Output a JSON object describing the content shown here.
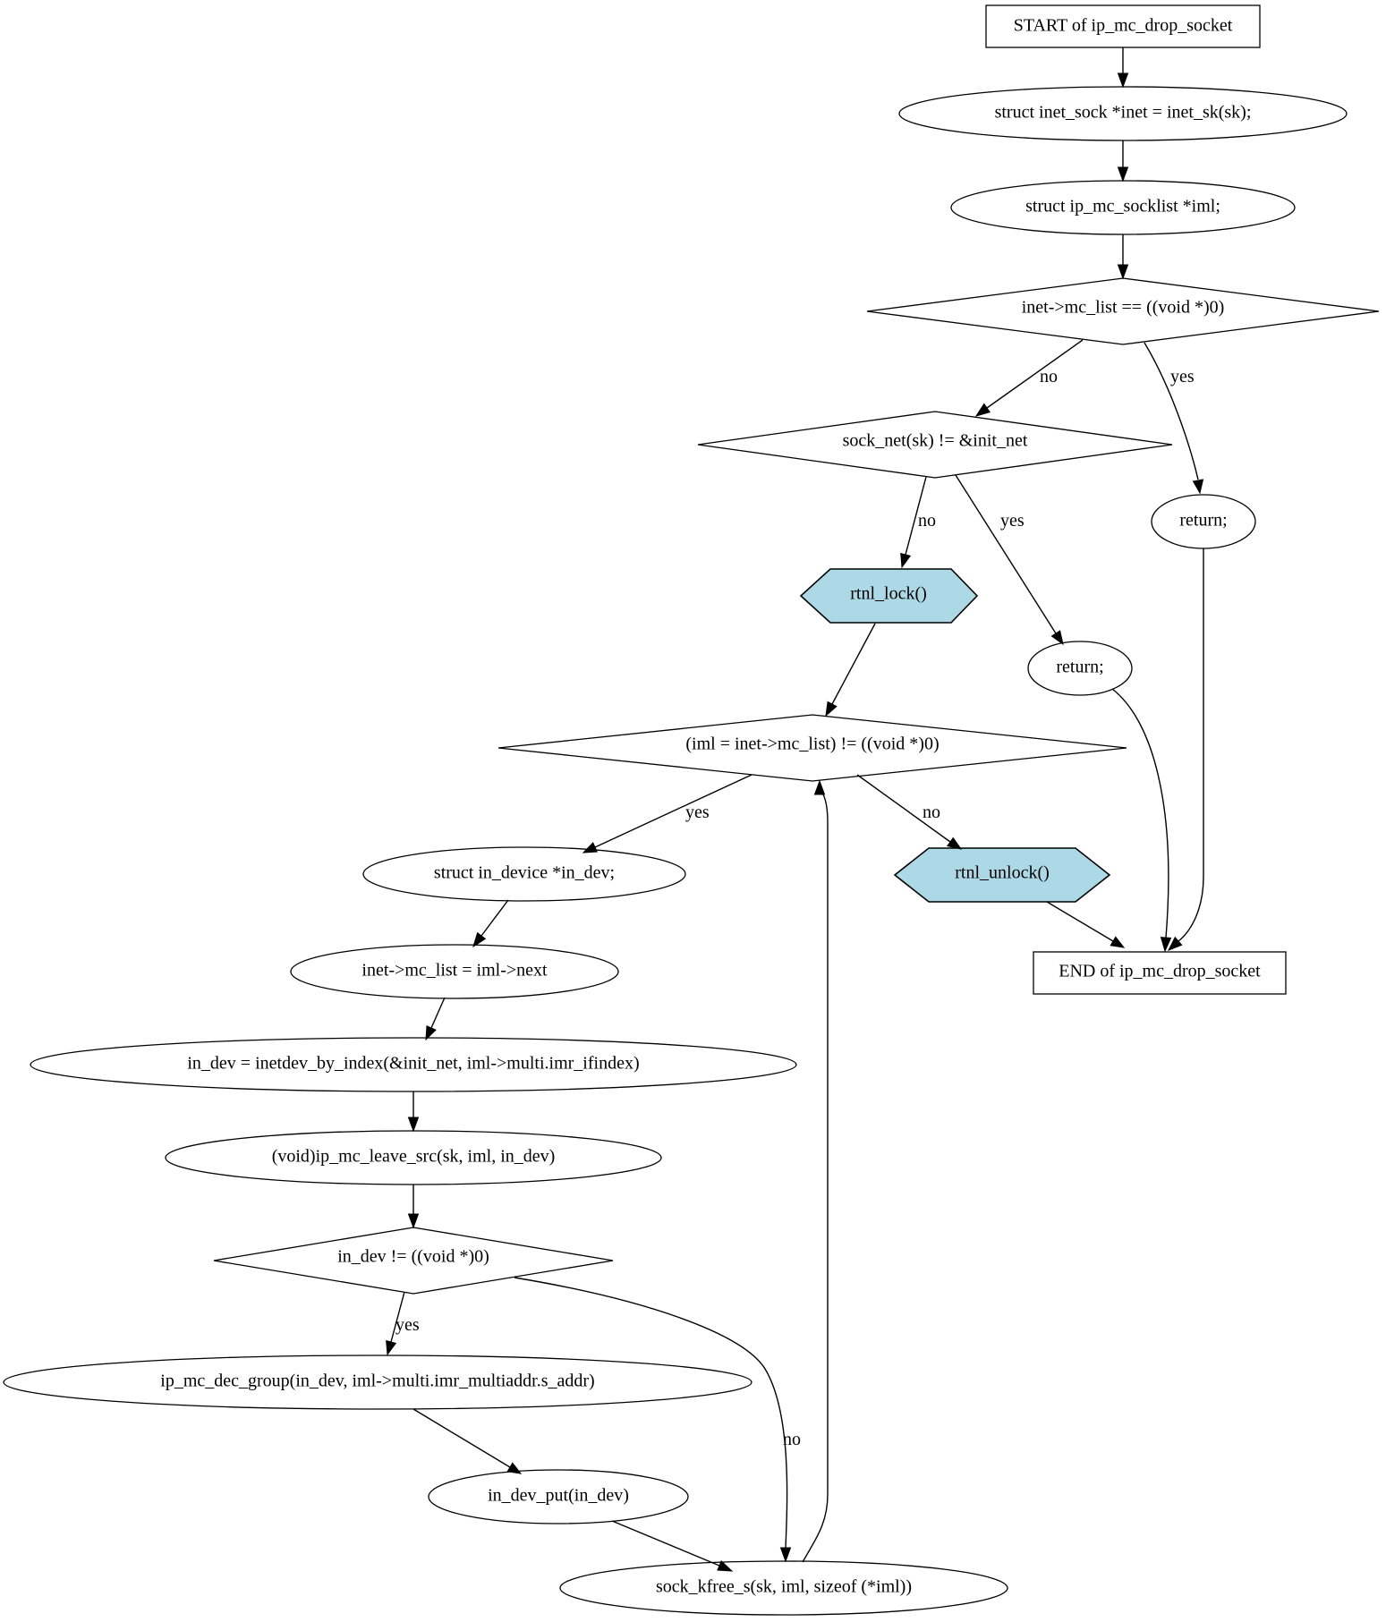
{
  "diagram": {
    "colors": {
      "background": "#ffffff",
      "stroke": "#000000",
      "hex_fill": "#add8e6",
      "hex_stroke": "#ffff00"
    },
    "nodes": {
      "start": "START of ip_mc_drop_socket",
      "decl_inet": "struct inet_sock *inet = inet_sk(sk);",
      "decl_iml": "struct ip_mc_socklist *iml;",
      "cond_mc_list": "inet->mc_list == ((void *)0)",
      "cond_net": "sock_net(sk) != &init_net",
      "return_1": "return;",
      "rtnl_lock": "rtnl_lock()",
      "return_2": "return;",
      "cond_loop": "(iml = inet->mc_list) != ((void *)0)",
      "decl_in_dev": "struct in_device *in_dev;",
      "rtnl_unlock": "rtnl_unlock()",
      "end": "END of ip_mc_drop_socket",
      "assign_next": "inet->mc_list = iml->next",
      "assign_in_dev": "in_dev = inetdev_by_index(&init_net, iml->multi.imr_ifindex)",
      "leave_src": "(void)ip_mc_leave_src(sk, iml, in_dev)",
      "cond_in_dev": "in_dev != ((void *)0)",
      "dec_group": "ip_mc_dec_group(in_dev, iml->multi.imr_multiaddr.s_addr)",
      "dev_put": "in_dev_put(in_dev)",
      "kfree": "sock_kfree_s(sk, iml, sizeof (*iml))"
    },
    "edge_labels": {
      "mc_list_no": "no",
      "mc_list_yes": "yes",
      "net_no": "no",
      "net_yes": "yes",
      "loop_yes": "yes",
      "loop_no": "no",
      "in_dev_yes": "yes",
      "in_dev_no": "no"
    }
  }
}
